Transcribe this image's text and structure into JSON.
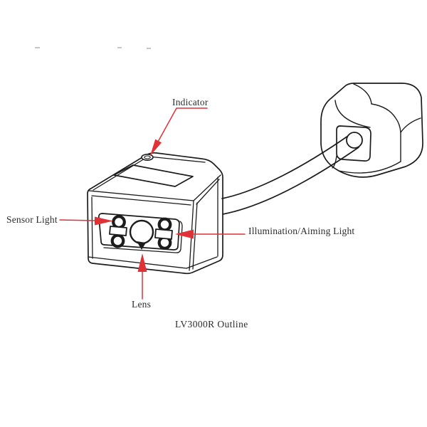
{
  "diagram": {
    "caption": "LV3000R Outline",
    "labels": {
      "indicator": "Indicator",
      "sensor_light": "Sensor Light",
      "illumination_aiming_light": "Illumination/Aiming Light",
      "lens": "Lens"
    },
    "colors": {
      "line": "#1c1c1c",
      "annotation_red": "#df3136",
      "text": "#2d2d2d",
      "background": "#ffffff"
    }
  }
}
